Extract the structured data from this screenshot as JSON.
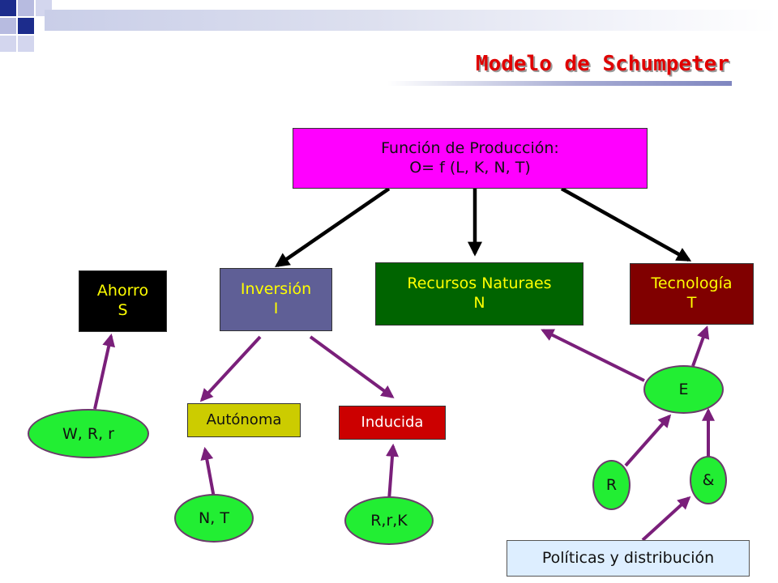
{
  "title": "Modelo de Schumpeter",
  "colors": {
    "title": "#e00000",
    "function_box": "#ff00ff",
    "natural_resources": "#006400",
    "technology": "#800000",
    "savings": "#000000",
    "investment": "#5f5f96",
    "autonomous": "#cccc00",
    "induced": "#cc0000",
    "ellipse_fill": "#22ee33",
    "arrow_black": "#000000",
    "arrow_purple": "#7a1f7a"
  },
  "production_function": {
    "line1": "Función de Producción:",
    "line2": "O= f (L, K, N, T)"
  },
  "savings": {
    "line1": "Ahorro",
    "line2": "S"
  },
  "investment": {
    "line1": "Inversión",
    "line2": "I"
  },
  "natural_resources": {
    "line1": "Recursos Naturaes",
    "line2": "N"
  },
  "technology": {
    "line1": "Tecnología",
    "line2": "T"
  },
  "autonomous": "Autónoma",
  "induced": "Inducida",
  "ellipses": {
    "wrr": "W, R, r",
    "nt": "N, T",
    "rrk": "R,r,K",
    "e": "E",
    "r": "R",
    "amp": "&"
  },
  "policies": "Políticas y distribución"
}
